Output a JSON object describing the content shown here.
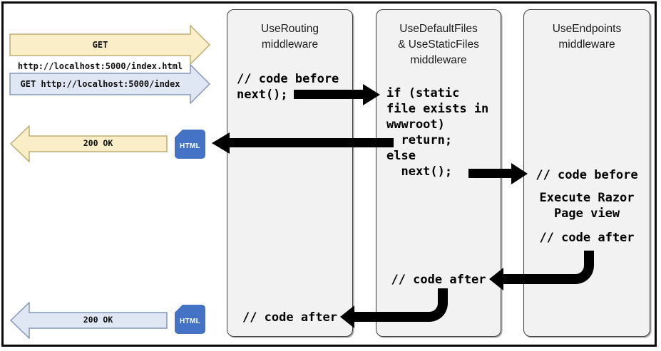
{
  "left_panel": {
    "request_html": "GET http://localhost:5000/index.html",
    "request_extensionless": "GET http://localhost:5000/index",
    "response_static": "200 OK",
    "response_razor": "200 OK",
    "badge_static": "HTML",
    "badge_razor": "HTML"
  },
  "boxes": {
    "routing": {
      "title": "UseRouting\nmiddleware",
      "code_top": "// code before\nnext();",
      "code_after": "// code after"
    },
    "staticfiles": {
      "title": "UseDefaultFiles\n& UseStaticFiles\nmiddleware",
      "code": "if (static\nfile exists in\nwwwroot)\n  return;\nelse\n  next();",
      "code_after": "// code after"
    },
    "endpoints": {
      "title": "UseEndpoints\nmiddleware",
      "code_before": "// code before",
      "action": "Execute Razor\nPage view",
      "code_after": "// code after"
    }
  },
  "colors": {
    "request_html": {
      "fill": "#F9EEC8",
      "stroke": "#BFAC72"
    },
    "request_extensionless": {
      "fill": "#DFE7F4",
      "stroke": "#8697B9"
    },
    "response_static": {
      "fill": "#F9EEC8",
      "stroke": "#BFAC72"
    },
    "response_razor": {
      "fill": "#DFE7F4",
      "stroke": "#8697B9"
    },
    "html_badge_fill": "#4472C4",
    "flow_arrow": "#000000",
    "box_fill": "#F2F2F2"
  }
}
